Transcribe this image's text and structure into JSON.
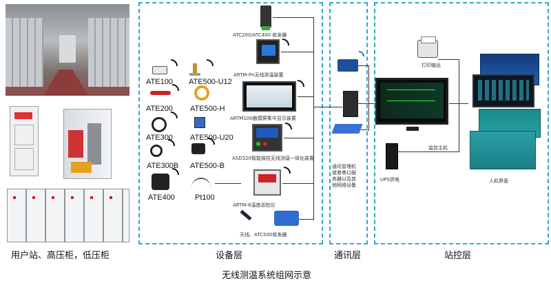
{
  "left_caption": "用户站、高压柜，低压柜",
  "bottom_title": "无线测温系统组网示意",
  "layers": {
    "device": "设备层",
    "comm": "通讯层",
    "station": "站控层"
  },
  "sensors": [
    {
      "label": "ATE100"
    },
    {
      "label": "ATE500-U12"
    },
    {
      "label": "ATE200"
    },
    {
      "label": "ATE500-H"
    },
    {
      "label": "ATE300"
    },
    {
      "label": "ATE500-U20"
    },
    {
      "label": "ATE300B"
    },
    {
      "label": "ATE500-B"
    },
    {
      "label": "ATE400"
    },
    {
      "label": "Pt100"
    }
  ],
  "receivers": [
    {
      "label": "ATC200/ATC400 收发器"
    },
    {
      "label": "ARTM-Pn无线测温装置"
    },
    {
      "label": "ARTM100触摸屏集中显示装置"
    },
    {
      "label": "ASD320智能操控无线测温一体化装置"
    },
    {
      "label": "ARTM-8温度巡检仪"
    },
    {
      "label": "天线、ATC500收发器"
    }
  ],
  "comm_note": "通讯管理机\n或者串口服\n务器以及其\n他网络设备",
  "station": {
    "printer": "打印输出",
    "host": "监控主机",
    "ups": "UPS供电",
    "hmi": "人机界面"
  }
}
